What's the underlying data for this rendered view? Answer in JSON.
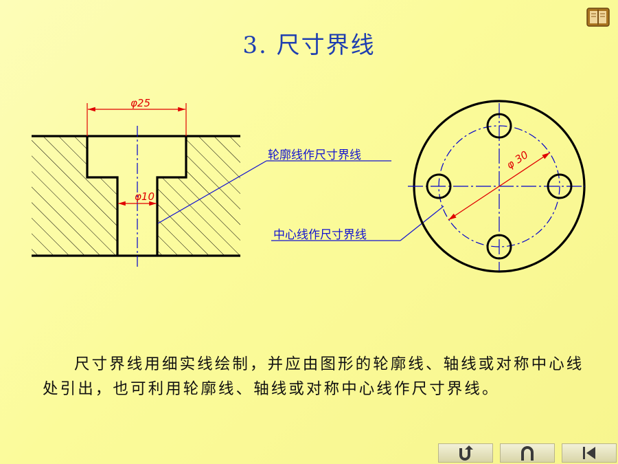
{
  "title": "3. 尺寸界线",
  "drawing": {
    "left_dim_large": "φ25",
    "left_dim_small": "φ10",
    "right_dim": "φ 30",
    "callout_outline": "轮廓线作尺寸界线",
    "callout_center": "中心线作尺寸界线"
  },
  "paragraph": "尺寸界线用细实线绘制，并应由图形的轮廓线、轴线或对称中心线处引出，也可利用轮廓线、轴线或对称中心线作尺寸界线。",
  "nav": {
    "icons": [
      "return-icon",
      "up-icon",
      "first-page-icon"
    ]
  },
  "colors": {
    "title": "#1f3fb0",
    "callout": "#1313d0",
    "dimension": "#e00000",
    "centerline": "#0000cc",
    "outline": "#000000"
  }
}
